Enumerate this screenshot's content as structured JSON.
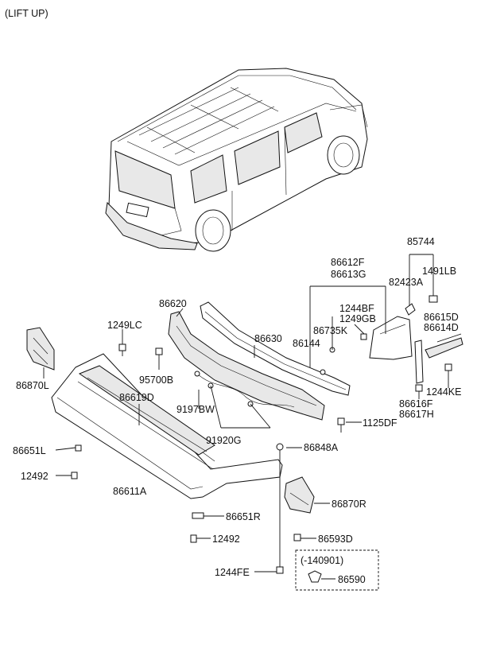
{
  "header": {
    "title": "(LIFT UP)"
  },
  "labels": {
    "p85744": "85744",
    "p1491LB": "1491LB",
    "p86612F": "86612F",
    "p86613G": "86613G",
    "p82423A": "82423A",
    "p86620": "86620",
    "p1244BF": "1244BF",
    "p1249GB": "1249GB",
    "p86735K": "86735K",
    "p86144": "86144",
    "p86615D": "86615D",
    "p86614D": "86614D",
    "p1249LC": "1249LC",
    "p86630": "86630",
    "p95700B": "95700B",
    "p86870L": "86870L",
    "p86619D": "86619D",
    "p1244KE": "1244KE",
    "p86616F": "86616F",
    "p86617H": "86617H",
    "p9197BW": "9197BW",
    "p1125DF": "1125DF",
    "p91920G": "91920G",
    "p86651L": "86651L",
    "p86848A": "86848A",
    "p12492a": "12492",
    "p86611A": "86611A",
    "p86870R": "86870R",
    "p86651R": "86651R",
    "p12492b": "12492",
    "p86593D": "86593D",
    "p140901": "(-140901)",
    "p1244FE": "1244FE",
    "p86590": "86590"
  }
}
